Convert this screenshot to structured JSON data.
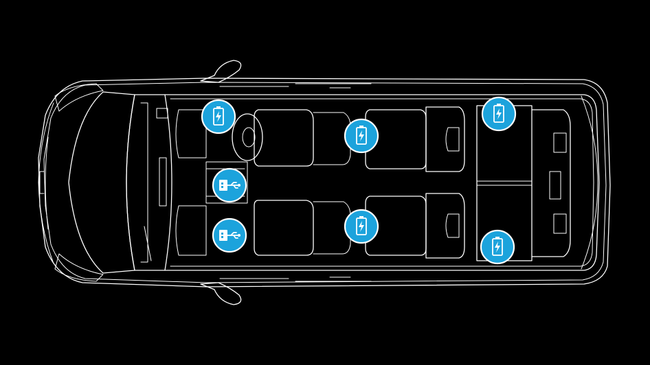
{
  "colors": {
    "background": "#000000",
    "outline": "#ffffff",
    "marker_fill": "#1ca3dc",
    "marker_ring": "#ffffff"
  },
  "markers": [
    {
      "id": "battery-driver-front",
      "icon": "battery-charge-icon",
      "kind": "battery"
    },
    {
      "id": "battery-row2-left",
      "icon": "battery-charge-icon",
      "kind": "battery"
    },
    {
      "id": "battery-row3-left",
      "icon": "battery-charge-icon",
      "kind": "battery"
    },
    {
      "id": "usb-console-upper",
      "icon": "usb-icon",
      "kind": "usb"
    },
    {
      "id": "usb-console-lower",
      "icon": "usb-icon",
      "kind": "usb"
    },
    {
      "id": "battery-row2-right",
      "icon": "battery-charge-icon",
      "kind": "battery"
    },
    {
      "id": "battery-row3-right",
      "icon": "battery-charge-icon",
      "kind": "battery"
    }
  ]
}
